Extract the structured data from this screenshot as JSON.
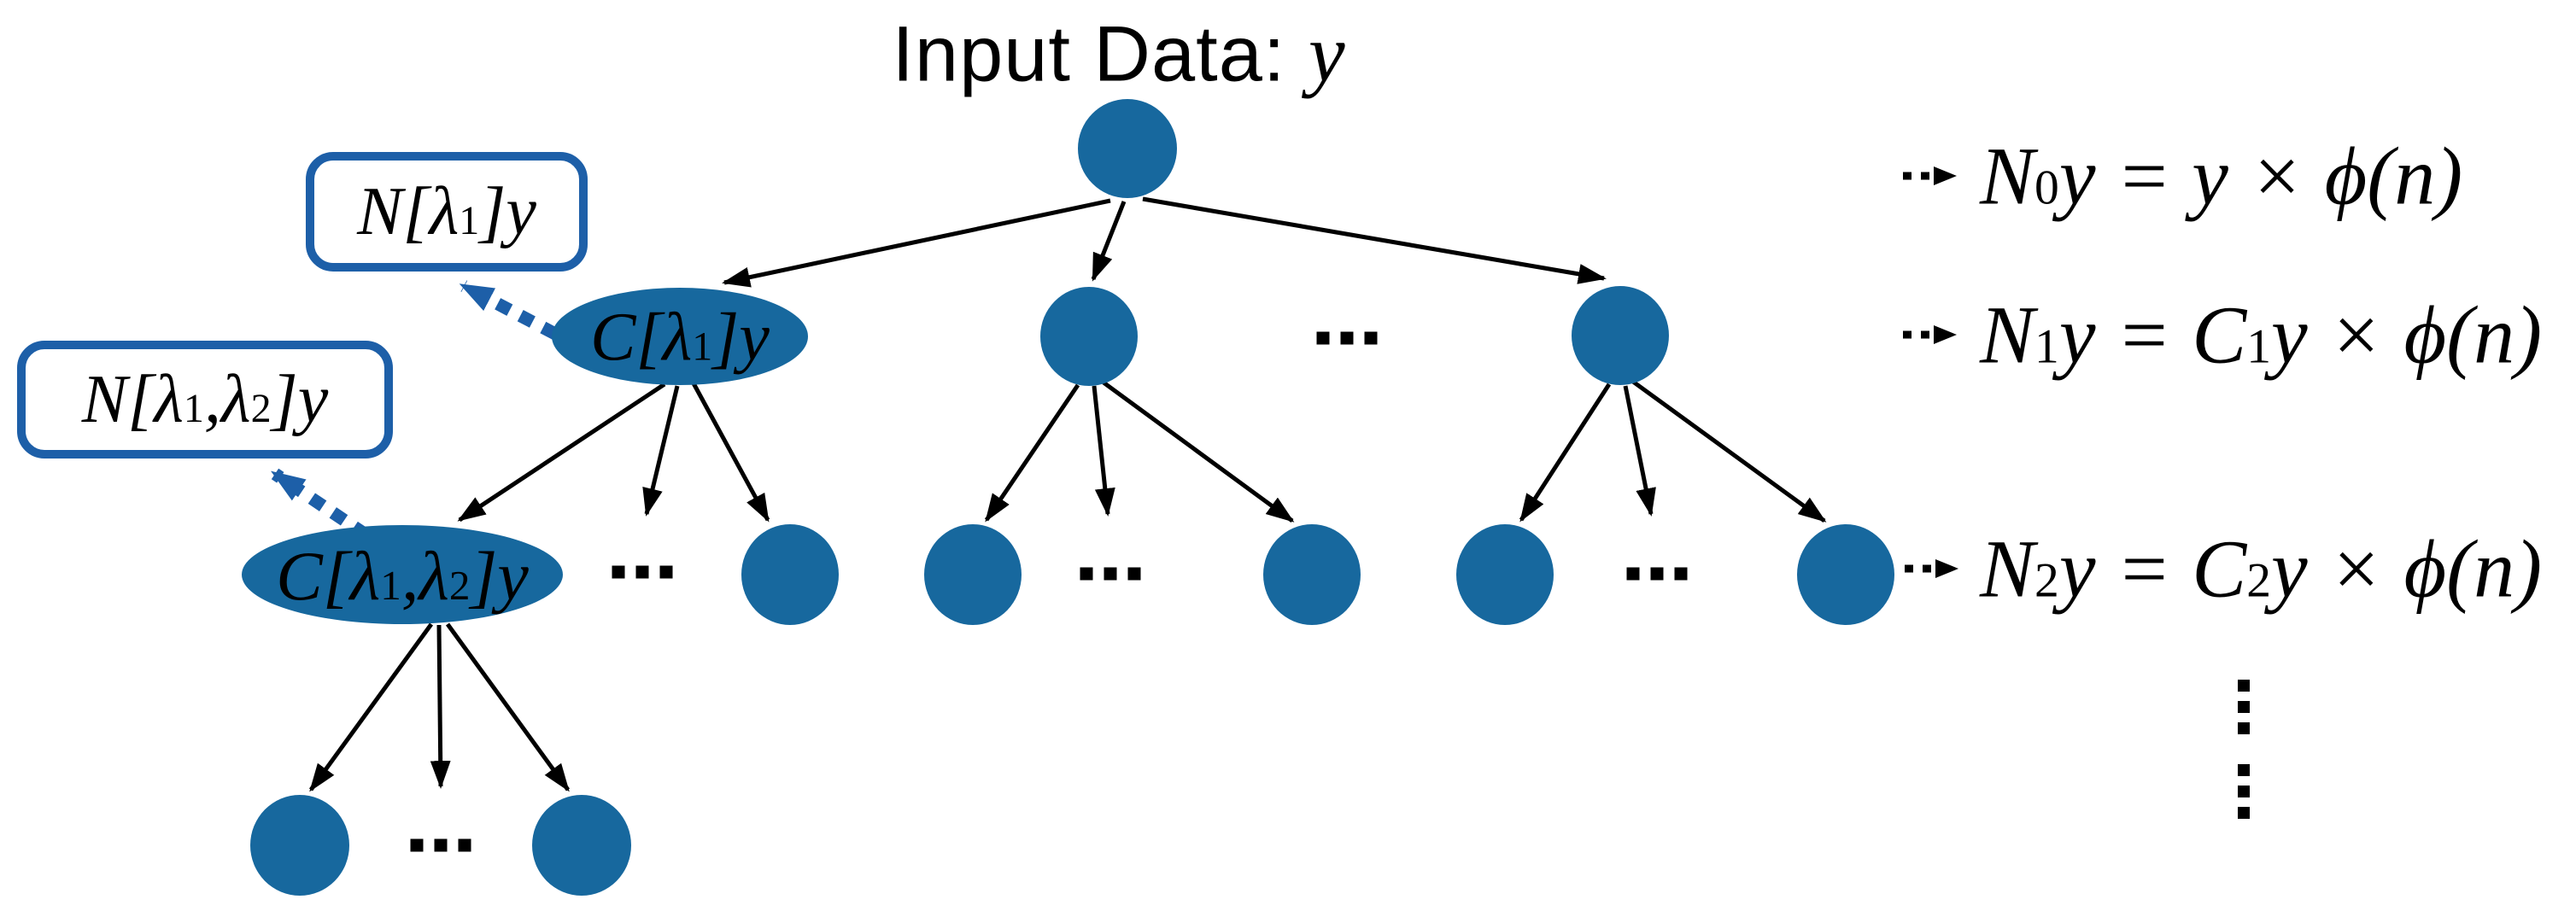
{
  "title": {
    "text": "Input Data: ",
    "variable": "y"
  },
  "tree": {
    "level1": {
      "cumulant_label": "C[λ₁]y",
      "callout_label": "N[λ₁]y",
      "ellipsis": "..."
    },
    "level2": {
      "cumulant_label": "C[λ₁,λ₂]y",
      "callout_label": "N[λ₁,λ₂]y",
      "ellipsis_left": "...",
      "ellipsis_mid": "...",
      "ellipsis_right": "..."
    },
    "level3": {
      "ellipsis": "..."
    }
  },
  "equations": {
    "items": [
      {
        "formula": "N₀y = y × ϕ(n)"
      },
      {
        "formula": "N₁y = C₁y × ϕ(n)"
      },
      {
        "formula": "N₂y = C₂y × ϕ(n)"
      }
    ],
    "continuation": "⋮⋮"
  },
  "colors": {
    "node_fill": "#17689e",
    "accent_blue": "#1d5fa8",
    "line_black": "#000000"
  }
}
